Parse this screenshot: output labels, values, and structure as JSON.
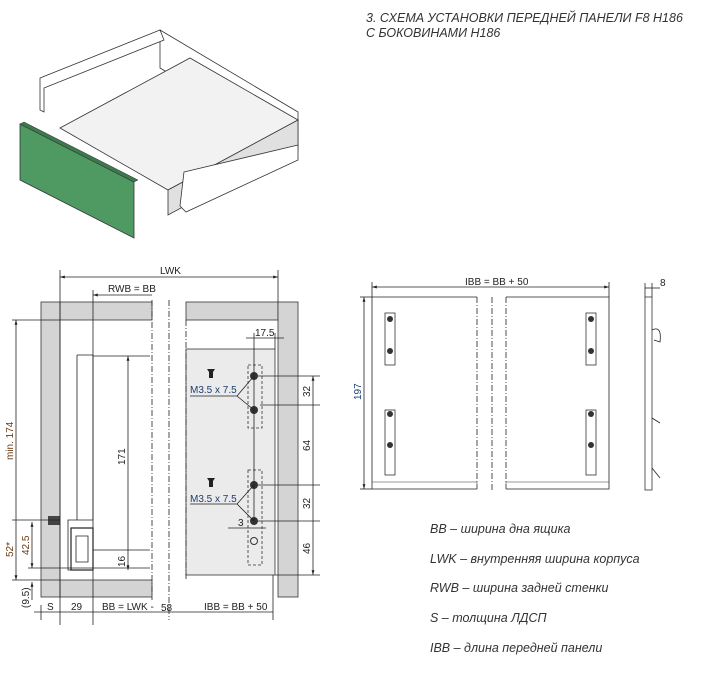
{
  "title": {
    "line1": "3. СХЕМА УСТАНОВКИ ПЕРЕДНЕЙ ПАНЕЛИ F8  H186",
    "line2": "С БОКОВИНАМИ H186"
  },
  "section_view": {
    "lwk": "LWK",
    "rwb": "RWB = BB",
    "min174": "min. 174",
    "d52": "52*",
    "d42_5": "42.5",
    "d9_5": "(9.5)",
    "d171": "171",
    "d16": "16",
    "s": "S",
    "d29": "29",
    "bb": "BB = LWK -",
    "d58": "58",
    "ibb": "IBB = BB + 50",
    "d17_5": "17.5",
    "screw1": "M3.5 x 7.5",
    "screw2": "M3.5 x 7.5",
    "d32a": "32",
    "d64": "64",
    "d32b": "32",
    "d46": "46",
    "d3": "3"
  },
  "front_view": {
    "ibb": "IBB = BB + 50",
    "h197": "197",
    "d8": "8"
  },
  "legend": [
    "BB – ширина дна ящика",
    "LWK – внутренняя ширина корпуса",
    "RWB – ширина задней стенки",
    "S – толщина ЛДСП",
    "IBB – длина передней панели"
  ],
  "colors": {
    "panel_green": "#4e9a62",
    "wall_gray": "#d4d4d4"
  }
}
